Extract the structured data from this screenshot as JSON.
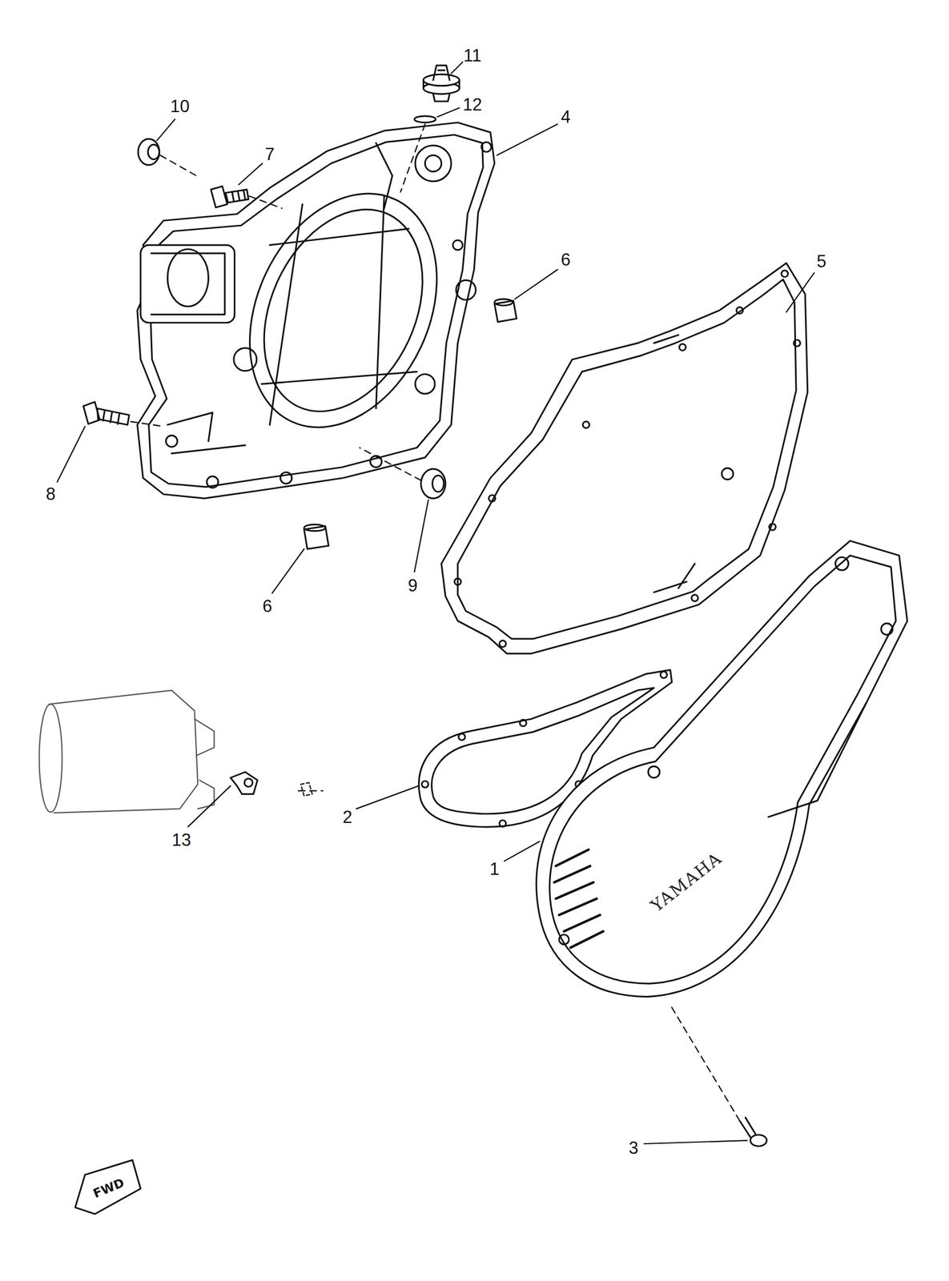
{
  "diagram": {
    "labels": [
      "11",
      "12",
      "4",
      "10",
      "7",
      "6",
      "5",
      "8",
      "9",
      "6",
      "13",
      "2",
      "1",
      "3",
      "YAMAHA",
      "FWD"
    ]
  }
}
